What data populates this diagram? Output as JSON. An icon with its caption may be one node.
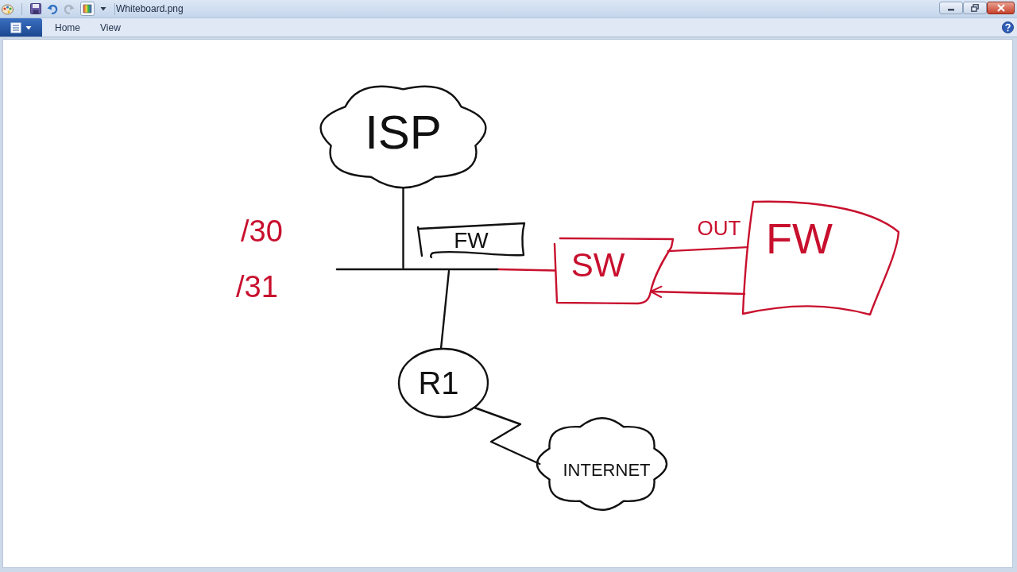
{
  "diagram": {
    "nodes": [
      {
        "text": [
          "ISP"
        ]
      },
      {
        "text": [
          "FW"
        ]
      },
      {
        "text": [],
        "shape": "bar"
      },
      {
        "text": [
          "SW"
        ]
      },
      {
        "text": [
          "FW"
        ]
      },
      {
        "text": [
          "R1"
        ]
      },
      {
        "text": [
          "INTERNET"
        ]
      }
    ],
    "edges": [
      {
        "from": 0,
        "to": 2,
        "arrow": "none"
      },
      {
        "from": 2,
        "to": 5,
        "arrow": "none"
      },
      {
        "from": 2,
        "to": 3,
        "arrow": "none",
        "color": "#c8102e"
      },
      {
        "from": 3,
        "to": 4,
        "arrow": "none",
        "label": "OUT",
        "color": "#c8102e"
      },
      {
        "from": 4,
        "to": 3,
        "arrow": "to",
        "color": "#c8102e"
      },
      {
        "from": 5,
        "to": 6,
        "arrow": "none"
      }
    ],
    "labels": [
      "Whiteboard.png",
      "Home",
      "View",
      "/30",
      "/31"
    ]
  }
}
